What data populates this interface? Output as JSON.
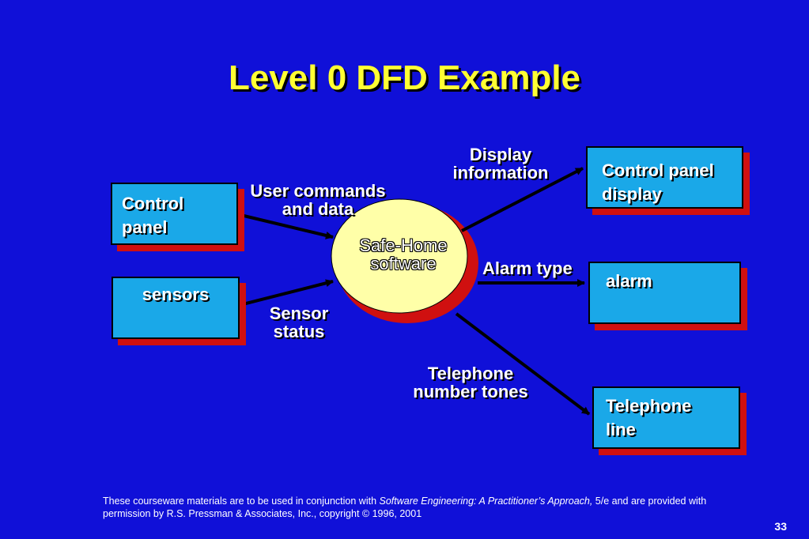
{
  "slide": {
    "title": "Level 0 DFD Example",
    "page_number": "33"
  },
  "process": {
    "label": "Safe-Home\nsoftware"
  },
  "entities": {
    "control_panel": "Control\npanel",
    "sensors": "sensors",
    "control_panel_display": "Control panel\ndisplay",
    "alarm": "alarm",
    "telephone_line": "Telephone\nline"
  },
  "flows": {
    "user_commands": "User commands\nand data",
    "sensor_status": "Sensor\nstatus",
    "display_information": "Display\ninformation",
    "alarm_type": "Alarm type",
    "telephone_tones": "Telephone\nnumber tones"
  },
  "footer": {
    "text_before": "These courseware materials are to be used in conjunction with ",
    "book_title": "Software Engineering: A Practitioner’s Approach,",
    "text_after": " 5/e and are provided with permission by R.S. Pressman & Associates, Inc., copyright © 1996, 2001"
  },
  "colors": {
    "background": "#1010d8",
    "title": "#ffff33",
    "box_fill": "#1aa8e8",
    "box_shadow": "#d01010",
    "process_fill": "#ffffa8"
  }
}
